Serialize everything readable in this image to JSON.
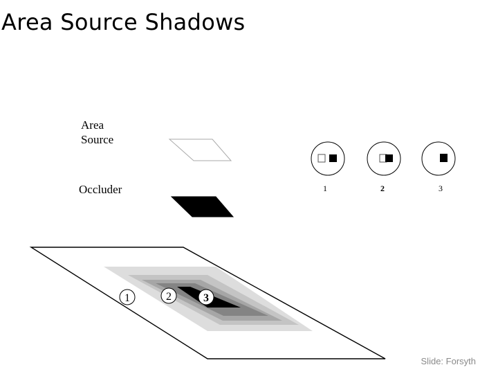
{
  "slide": {
    "title": "Area Source Shadows",
    "credit": "Slide: Forsyth"
  },
  "diagram": {
    "source_label_line1": "Area",
    "source_label_line2": "Source",
    "occluder_label": "Occluder",
    "shadow_region_markers": [
      "1",
      "2",
      "3"
    ],
    "view_captions": [
      "1",
      "2",
      "3"
    ],
    "colors": {
      "outline": "#000000",
      "occluder": "#000000",
      "ground": "#ffffff",
      "shadow_levels": [
        "#dddddd",
        "#c4c4c4",
        "#a6a6a6",
        "#848484",
        "#000000"
      ]
    }
  }
}
